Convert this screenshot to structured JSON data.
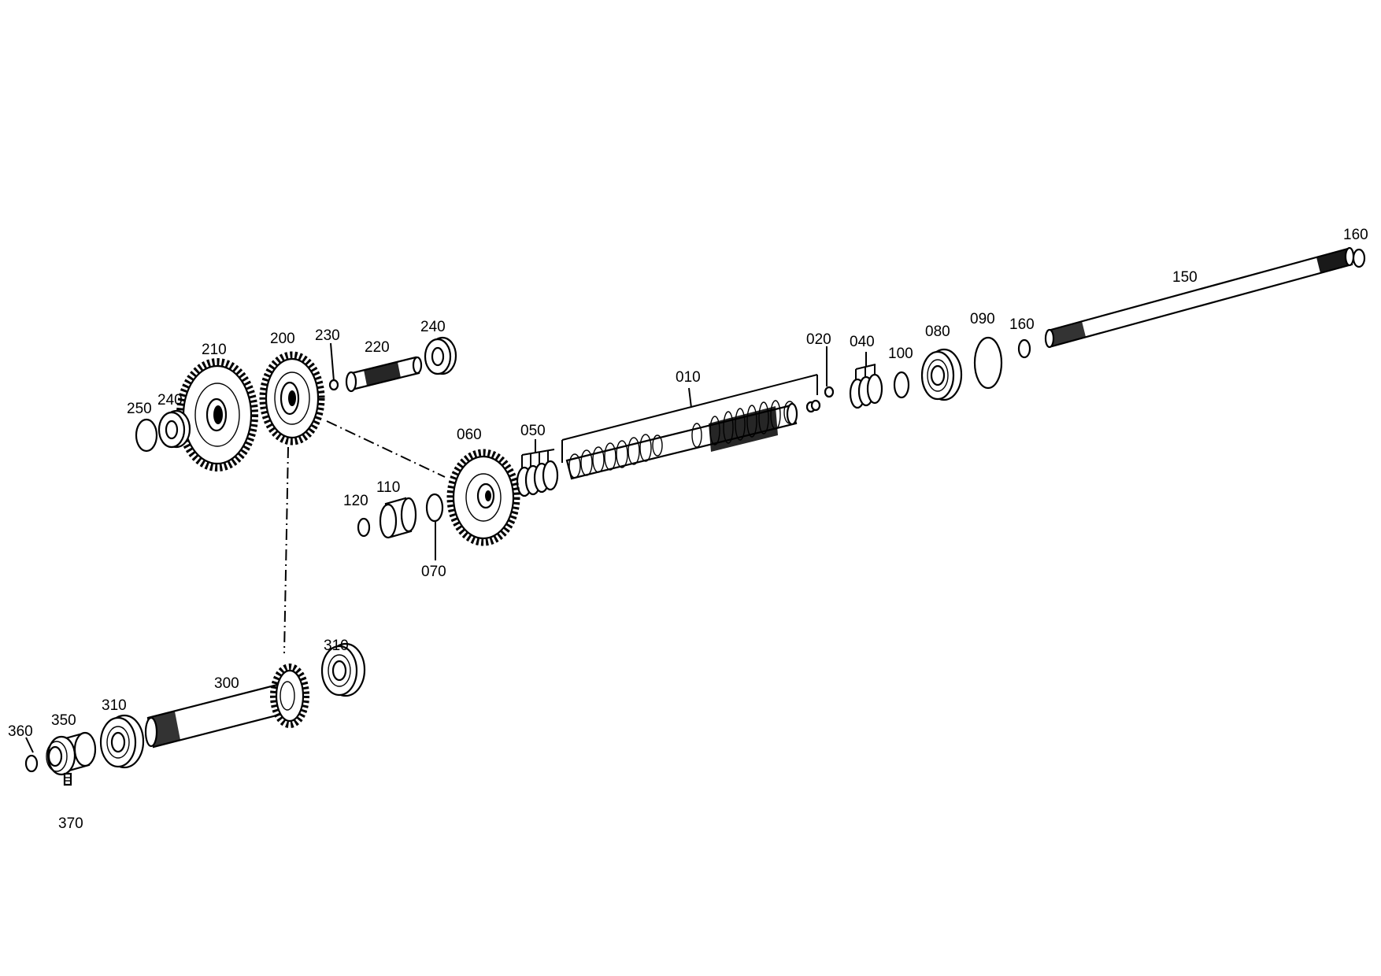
{
  "diagram": {
    "labels": {
      "l010": "010",
      "l020": "020",
      "l040": "040",
      "l050": "050",
      "l060": "060",
      "l070": "070",
      "l080": "080",
      "l090": "090",
      "l100": "100",
      "l110": "110",
      "l120": "120",
      "l150": "150",
      "l160a": "160",
      "l160b": "160",
      "l200": "200",
      "l210": "210",
      "l220": "220",
      "l230": "230",
      "l240a": "240",
      "l240b": "240",
      "l250": "250",
      "l300": "300",
      "l310a": "310",
      "l310b": "310",
      "l350": "350",
      "l360": "360",
      "l370": "370"
    }
  }
}
